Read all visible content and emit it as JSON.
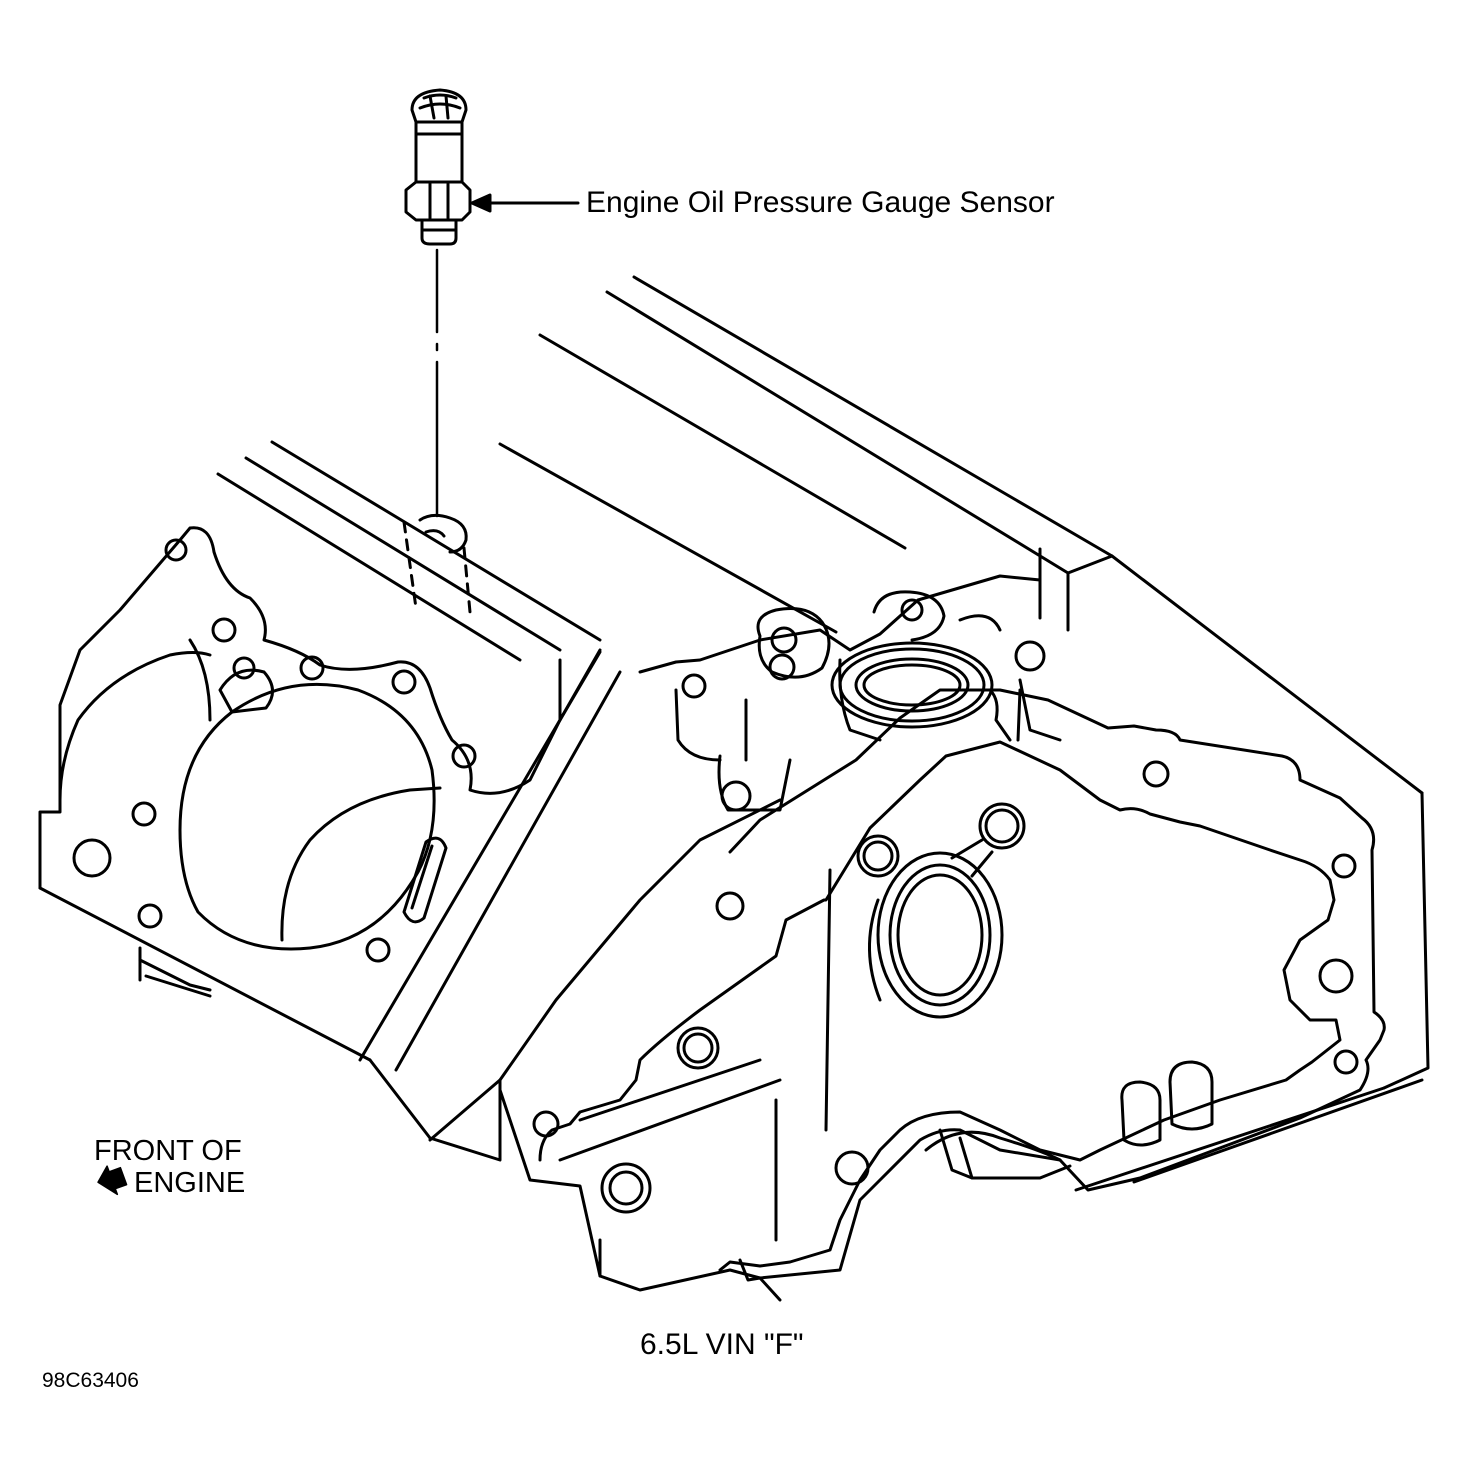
{
  "labels": {
    "sensor": "Engine Oil Pressure Gauge Sensor",
    "front_line1": "FRONT OF",
    "front_line2": "ENGINE",
    "engine_id": "6.5L VIN \"F\"",
    "figure_number": "98C63406"
  },
  "icons": {
    "front_direction": "arrow-pointing-front-icon"
  },
  "colors": {
    "ink": "#000000",
    "paper": "#ffffff"
  }
}
